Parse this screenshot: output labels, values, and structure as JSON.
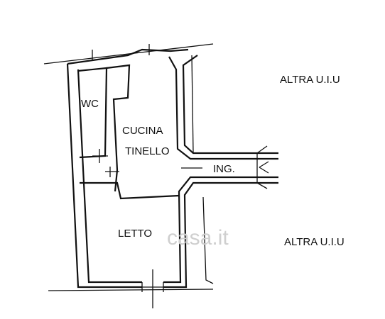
{
  "rooms": {
    "wc": "WC",
    "cucina": "CUCINA",
    "tinello": "TINELLO",
    "ingresso": "ING.",
    "letto": "LETTO"
  },
  "neighbors": {
    "top_right": "ALTRA U.I.U",
    "bottom_right": "ALTRA U.I.U"
  },
  "watermark": "casa.it"
}
